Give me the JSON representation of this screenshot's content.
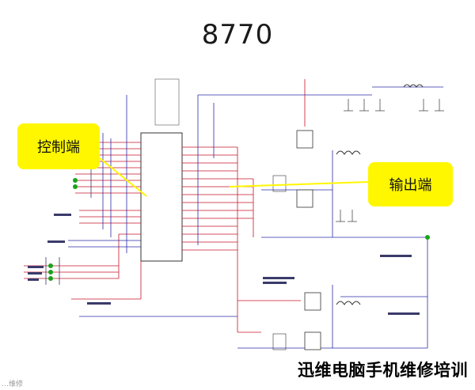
{
  "title": "8770",
  "callouts": {
    "control": "控制端",
    "output": "输出端"
  },
  "brand_text": "迅维电脑手机维修培训",
  "watermark": "…维修",
  "colors": {
    "wire_red": "#c8152a",
    "wire_blue": "#2a2aa8",
    "wire_dark": "#3a3a6a",
    "callout_yellow": "#fff700",
    "net_green": "#1aa31a"
  }
}
